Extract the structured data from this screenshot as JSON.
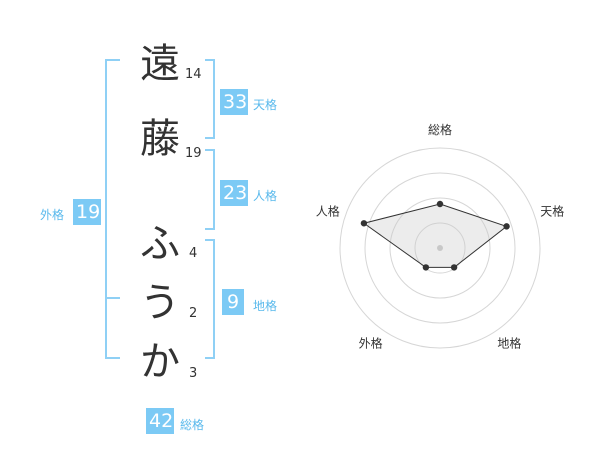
{
  "name": {
    "chars": [
      "遠",
      "藤",
      "ふ",
      "う",
      "か"
    ],
    "strokes": [
      "14",
      "19",
      "4",
      "2",
      "3"
    ]
  },
  "kaku": {
    "tenkaku": {
      "value": "33",
      "label": "天格"
    },
    "jinkaku": {
      "value": "23",
      "label": "人格"
    },
    "chikaku": {
      "value": "9",
      "label": "地格"
    },
    "gaikaku": {
      "value": "19",
      "label": "外格"
    },
    "soukaku": {
      "value": "42",
      "label": "総格"
    }
  },
  "colors": {
    "accent": "#7ccaf5",
    "accent_text": "#59b9ec",
    "bracket": "#8fd0f5"
  },
  "chart_data": {
    "type": "radar",
    "axes": [
      "総格",
      "天格",
      "地格",
      "外格",
      "人格"
    ],
    "max": 5,
    "values": [
      2.2,
      3.5,
      1.2,
      1.2,
      4.0
    ]
  }
}
